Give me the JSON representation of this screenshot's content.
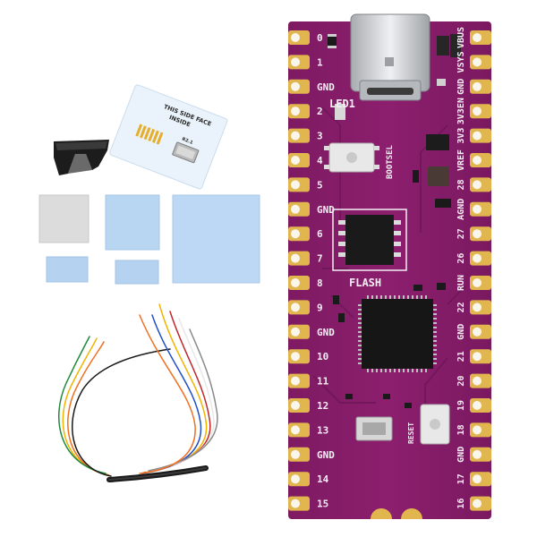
{
  "card": {
    "line1": "THIS SIDE FACE",
    "line2": "INSIDE",
    "chip_mark": "R2.1"
  },
  "board": {
    "left_pins": [
      "0",
      "1",
      "GND",
      "2",
      "3",
      "4",
      "5",
      "GND",
      "6",
      "7",
      "8",
      "9",
      "GND",
      "10",
      "11",
      "12",
      "13",
      "GND",
      "14",
      "15"
    ],
    "right_pins": [
      "VBUS",
      "VSYS",
      "GND",
      "3V3EN",
      "3V3",
      "VREF",
      "28",
      "AGND",
      "27",
      "26",
      "RUN",
      "22",
      "GND",
      "21",
      "20",
      "19",
      "18",
      "GND",
      "17",
      "16"
    ],
    "led_label": "LED1",
    "bootsel_label": "BOOTSEL",
    "flash_label": "FLASH",
    "reset_label": "RESET"
  },
  "colors": {
    "pcb": "#8c1f6e",
    "pad": "#e1b64f",
    "pad_hole": "#faf6ec",
    "pad_blue": "#b5d3f1",
    "pad_grey": "#d9d9d9",
    "wires": [
      "#f0b400",
      "#f07020",
      "#1e8a3a",
      "#2050c8",
      "#c0282c",
      "#8a8a8a",
      "#1a1a1a",
      "#e8e8e8"
    ]
  },
  "objects": {
    "clip_icon": "black-plastic-clip",
    "wire_icon": "wire-harness"
  }
}
